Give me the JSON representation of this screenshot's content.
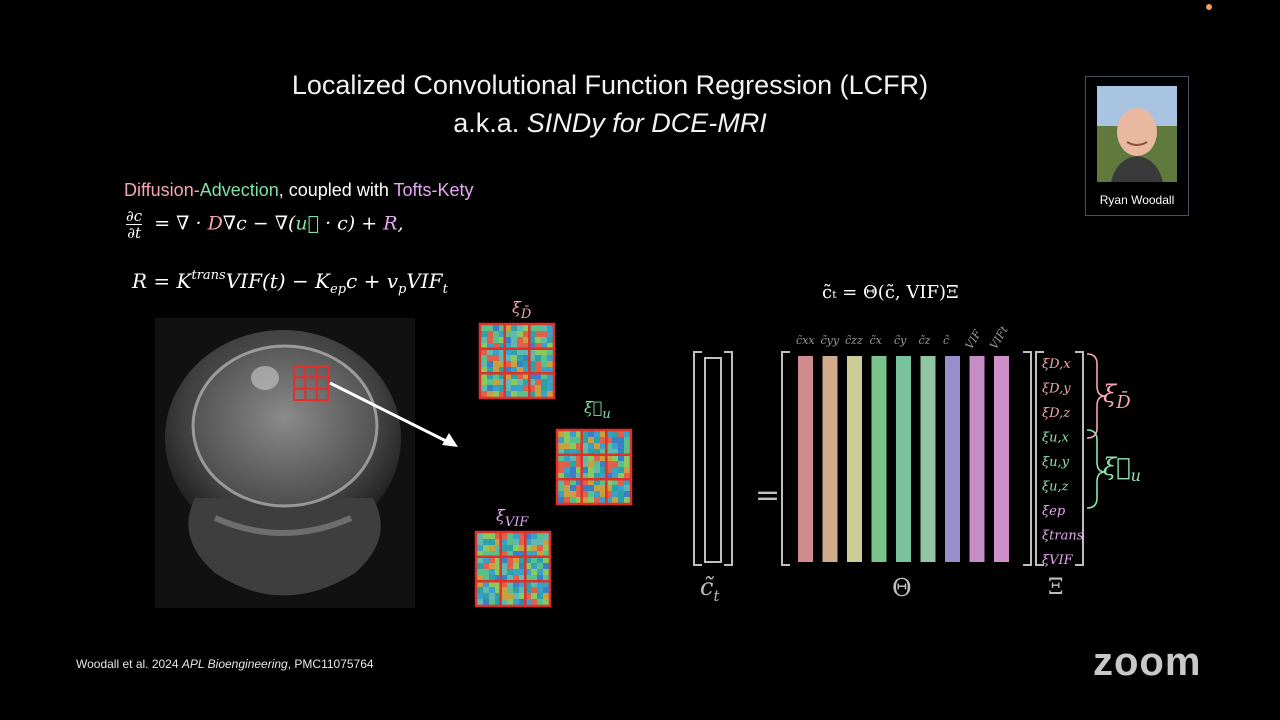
{
  "slide": {
    "title_line1": "Localized Convolutional Function Regression (LCFR)",
    "title_line2_prefix": "a.k.a. ",
    "title_line2_italic": "SINDy for DCE-MRI",
    "subtitle": {
      "part1": "Diffusion-",
      "part2": "Advection",
      "part3": ", coupled with ",
      "part4": "Tofts-Kety"
    },
    "eq1": {
      "num": "∂c",
      "den": "∂t",
      "rhs_a": " = ∇ · ",
      "D": "D",
      "rhs_b": "∇c − ∇(",
      "u": "u⃗",
      "rhs_c": " · c) + ",
      "R": "R",
      "rhs_d": ","
    },
    "eq2": {
      "lhs": "R = K",
      "sup_trans": "trans",
      "mid1": "VIF(t) − K",
      "sub_ep": "ep",
      "mid2": "c + v",
      "sub_p": "p",
      "mid3": "VIF",
      "sub_t": "t"
    },
    "xi_labels": {
      "D": "ξ",
      "D_sub": "D̄",
      "u": "ξ⃗",
      "u_sub": "u",
      "vif": "ξ",
      "vif_sub": "VIF"
    },
    "matrix_eq": "c̃ₜ = Θ(c̃, VIF)Ξ",
    "column_labels": [
      "c̃xx",
      "c̃yy",
      "c̃zz",
      "c̃x",
      "c̃y",
      "c̃z",
      "c̃",
      "VIF",
      "VIFt"
    ],
    "column_colors": [
      "#f4a3a8",
      "#f5c9a5",
      "#eef0b0",
      "#8ee6a6",
      "#8fe3b8",
      "#a8e8c0",
      "#b5a6f0",
      "#e6a6e6",
      "#f3a8ef"
    ],
    "xi_entries": [
      "ξD,x",
      "ξD,y",
      "ξD,z",
      "ξu,x",
      "ξu,y",
      "ξu,z",
      "ξep",
      "ξtrans",
      "ξVIF"
    ],
    "xi_entry_colors": [
      "#f6a6b2",
      "#f6a6b2",
      "#f6a6b2",
      "#8fe3b0",
      "#8fe3b0",
      "#8fe3b0",
      "#e5a8f2",
      "#e5a8f2",
      "#e5a8f2"
    ],
    "brace_D": "ξ",
    "brace_D_sub": "D̄",
    "brace_u": "ξ⃗",
    "brace_u_sub": "u",
    "lhs_label": "c̃",
    "lhs_label_sub": "t",
    "theta_label": "Θ",
    "xi_label": "Ξ",
    "equals": "="
  },
  "speaker": {
    "name": "Ryan Woodall"
  },
  "footer": {
    "prefix": "Woodall et al. 2024 ",
    "journal": "APL Bioengineering",
    "suffix": ", PMC11075764"
  },
  "app": {
    "logo": "zoom"
  }
}
